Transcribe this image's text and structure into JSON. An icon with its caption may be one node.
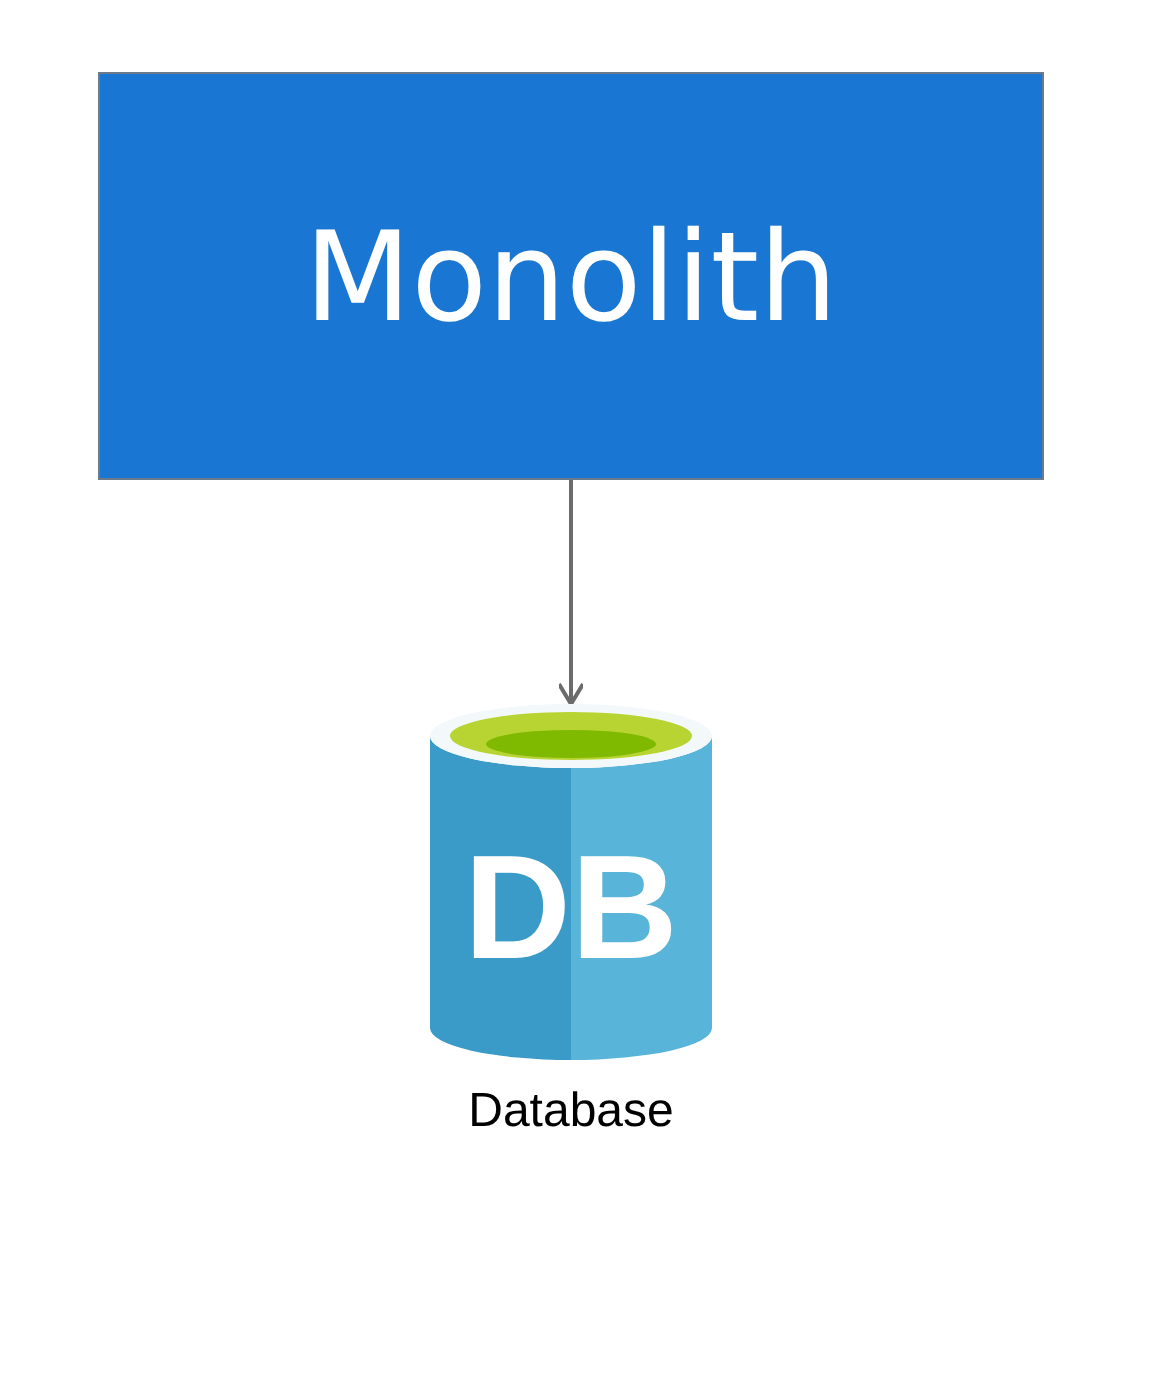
{
  "diagram": {
    "nodes": [
      {
        "text": [
          "Monolith"
        ]
      },
      {
        "text": [
          "DB"
        ],
        "beside": [
          "Database"
        ]
      }
    ],
    "edges": [
      {
        "from": 0,
        "to": 1,
        "arrow": "to"
      }
    ]
  }
}
